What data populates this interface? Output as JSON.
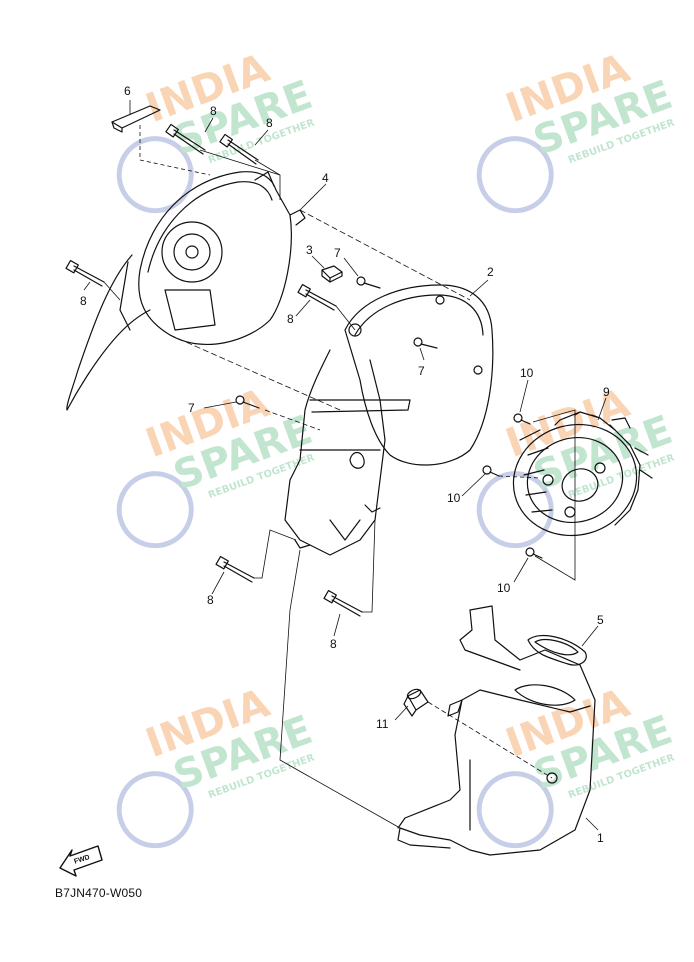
{
  "diagram_code": "B7JN470-W050",
  "fwd_label": "FWD",
  "watermark": {
    "line1": "INDIA",
    "line2": "SPARE",
    "tagline": "REBUILD TOGETHER"
  },
  "part_numbers": {
    "p1": "1",
    "p2": "2",
    "p3": "3",
    "p4": "4",
    "p5": "5",
    "p6": "6",
    "p7a": "7",
    "p7b": "7",
    "p7c": "7",
    "p8a": "8",
    "p8b": "8",
    "p8c": "8",
    "p8d": "8",
    "p8e": "8",
    "p8f": "8",
    "p9": "9",
    "p10a": "10",
    "p10b": "10",
    "p10c": "10",
    "p11": "11"
  },
  "colors": {
    "line": "#111111",
    "watermark_orange": "#f5b27a",
    "watermark_green": "#8fd0a8",
    "watermark_blue": "#9aa6d6"
  }
}
